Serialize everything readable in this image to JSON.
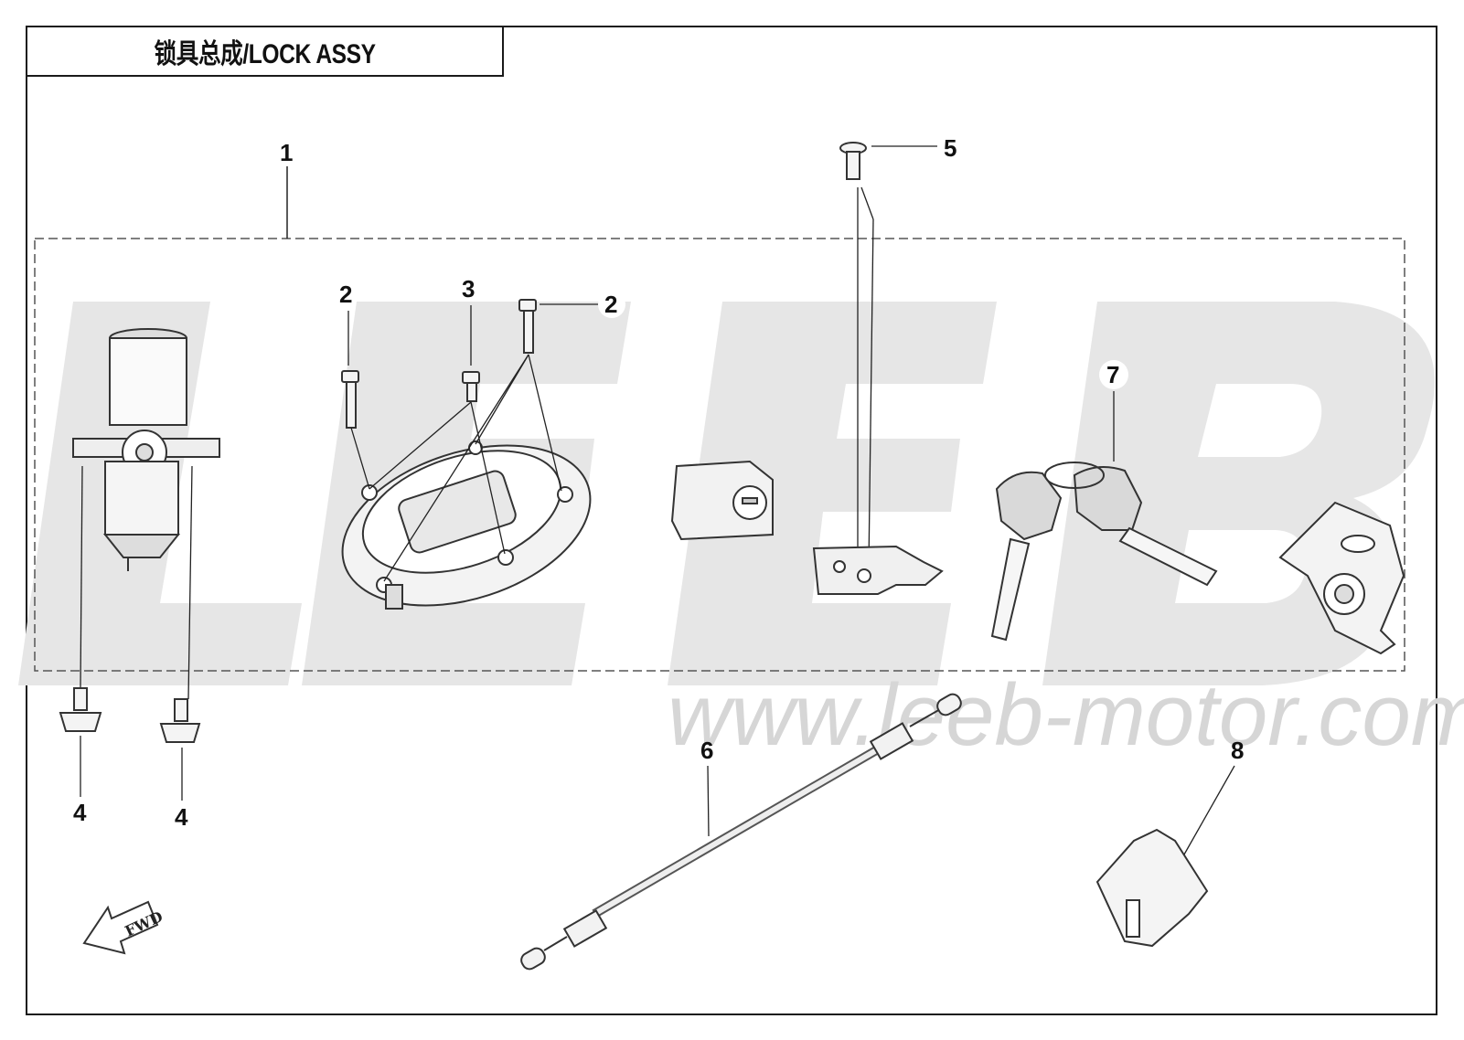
{
  "title": "锁具总成/LOCK ASSY",
  "watermark": {
    "brand": "LEEB",
    "url": "www.leeb-motor.com"
  },
  "fwd_label": "FWD",
  "callouts": [
    "1",
    "2",
    "3",
    "2",
    "5",
    "7",
    "4",
    "4",
    "6",
    "8"
  ],
  "parts": [
    {
      "ref": "1",
      "name": "ignition-switch"
    },
    {
      "ref": "2",
      "name": "cap-bolt"
    },
    {
      "ref": "3",
      "name": "cap-bolt"
    },
    {
      "ref": "4",
      "name": "flange-bolt"
    },
    {
      "ref": "5",
      "name": "pin"
    },
    {
      "ref": "6",
      "name": "cable"
    },
    {
      "ref": "7",
      "name": "key-set"
    },
    {
      "ref": "8",
      "name": "clip"
    }
  ]
}
